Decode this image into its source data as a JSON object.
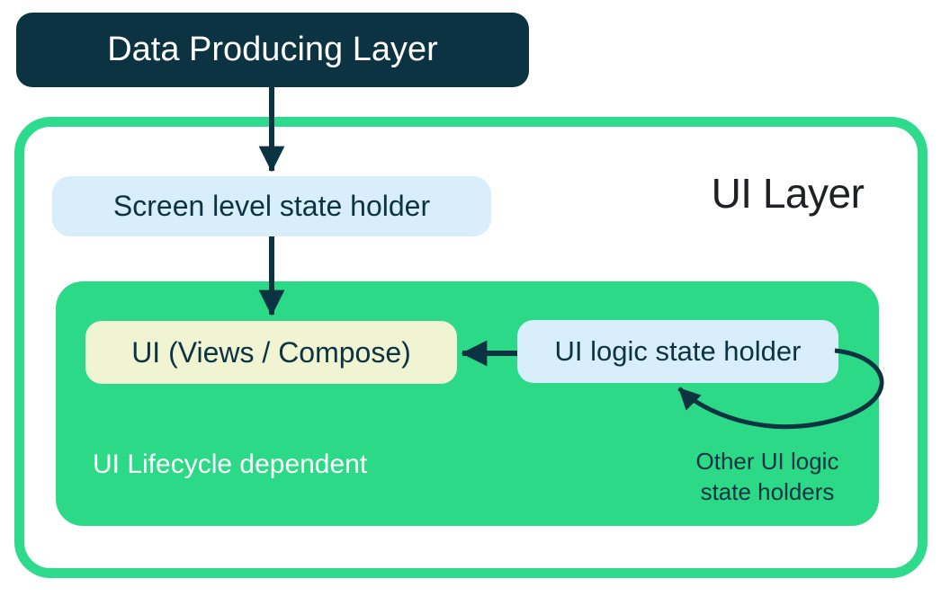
{
  "colors": {
    "navy": "#0c3342",
    "green_border": "#2eda8b",
    "green_inner": "#2bd987",
    "light_blue": "#d8eefb",
    "light_yellow": "#f0f4d3",
    "title_color": "#202124",
    "white": "#ffffff"
  },
  "labels": {
    "data_producing_layer": "Data Producing Layer",
    "ui_layer_title": "UI Layer",
    "screen_state_holder": "Screen level state holder",
    "ui_views_compose": "UI (Views / Compose)",
    "ui_logic_state_holder": "UI logic state holder",
    "ui_lifecycle_dependent": "UI Lifecycle dependent",
    "other_ui_logic": [
      "Other UI logic",
      "state holders"
    ]
  },
  "arrows": [
    {
      "name": "arrow-data-to-screen-state",
      "from": "Data Producing Layer",
      "to": "Screen level state holder"
    },
    {
      "name": "arrow-screen-state-to-ui",
      "from": "Screen level state holder",
      "to": "UI (Views / Compose)"
    },
    {
      "name": "arrow-logic-holder-to-ui",
      "from": "UI logic state holder",
      "to": "UI (Views / Compose)"
    },
    {
      "name": "arrow-other-logic-loop",
      "from": "UI logic state holder",
      "to": "UI logic state holder",
      "label": "Other UI logic state holders"
    }
  ]
}
